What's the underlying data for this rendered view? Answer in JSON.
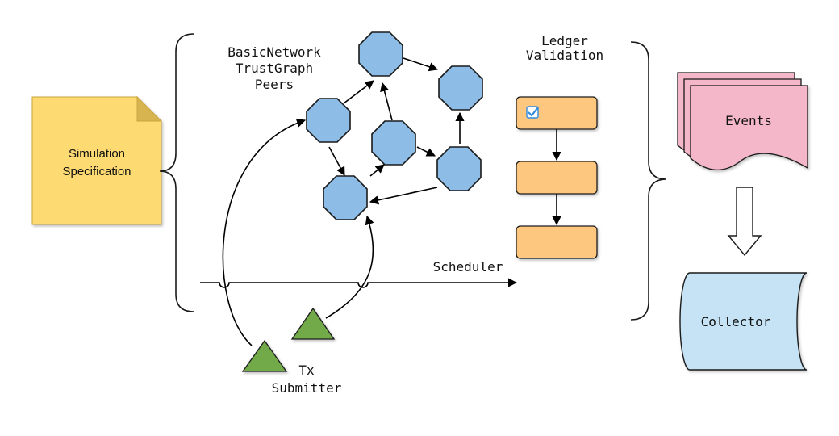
{
  "spec_note": {
    "line1": "Simulation",
    "line2": "Specification",
    "color": "#fedb72"
  },
  "network_label": {
    "line1": "BasicNetwork",
    "line2": "TrustGraph",
    "line3": "Peers"
  },
  "ledger_label": {
    "line1": "Ledger",
    "line2": "Validation"
  },
  "scheduler_label": "Scheduler",
  "submitter_label": {
    "line1": "Tx",
    "line2": "Submitter"
  },
  "events_label": "Events",
  "collector_label": "Collector",
  "colors": {
    "peer": "#8dbde6",
    "ledger": "#fdc77f",
    "events": "#f4b7c9",
    "collector": "#c5e3f5",
    "submitter": "#72a94a",
    "checkbox": "#2f8be0"
  },
  "icons": [
    "document-icon",
    "checkbox-icon",
    "down-arrow-icon",
    "database-icon",
    "stacked-documents-icon"
  ]
}
